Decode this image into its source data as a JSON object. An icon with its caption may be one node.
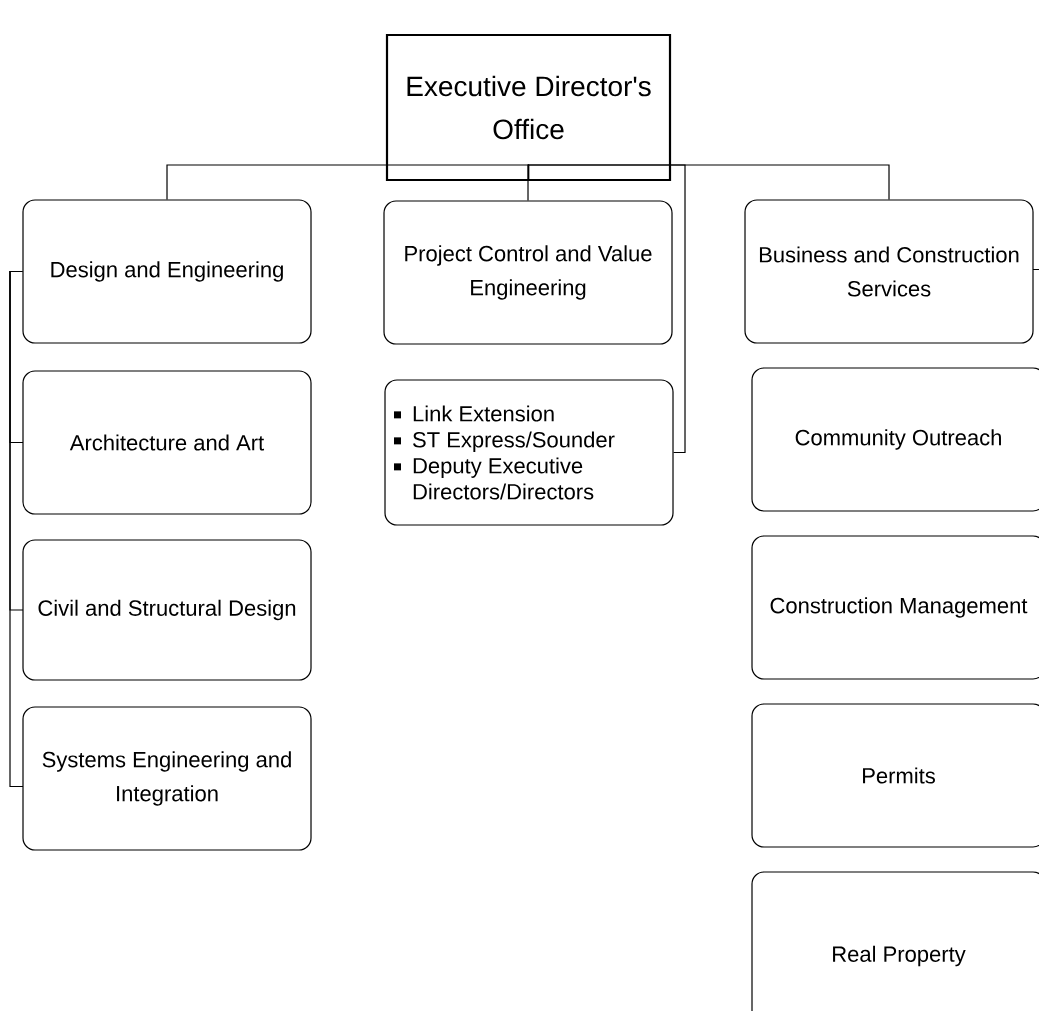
{
  "diagram": {
    "nodes": [
      {
        "text": [
          "Executive Director's Office"
        ]
      },
      {
        "text": [
          "Design and Engineering"
        ]
      },
      {
        "text": [
          "Architecture and Art"
        ]
      },
      {
        "text": [
          "Civil and Structural Design"
        ]
      },
      {
        "text": [
          "Systems Engineering and Integration"
        ]
      },
      {
        "text": [
          "Project Control and Value Engineering"
        ]
      },
      {
        "text": [
          "Link Extension",
          "ST Express/Sounder",
          "Deputy Executive Directors/Directors"
        ]
      },
      {
        "text": [
          "Business and Construction Services"
        ]
      },
      {
        "text": [
          "Community Outreach"
        ]
      },
      {
        "text": [
          "Construction Management"
        ]
      },
      {
        "text": [
          "Permits"
        ]
      },
      {
        "text": [
          "Real Property"
        ]
      }
    ],
    "edges": [
      {
        "from": 0,
        "to": 1,
        "arrow": "none"
      },
      {
        "from": 0,
        "to": 5,
        "arrow": "none"
      },
      {
        "from": 0,
        "to": 7,
        "arrow": "none"
      },
      {
        "from": 0,
        "to": 6,
        "arrow": "none"
      },
      {
        "from": 1,
        "to": 2,
        "arrow": "none"
      },
      {
        "from": 1,
        "to": 3,
        "arrow": "none"
      },
      {
        "from": 1,
        "to": 4,
        "arrow": "none"
      },
      {
        "from": 7,
        "to": null,
        "arrow": "none"
      }
    ]
  }
}
